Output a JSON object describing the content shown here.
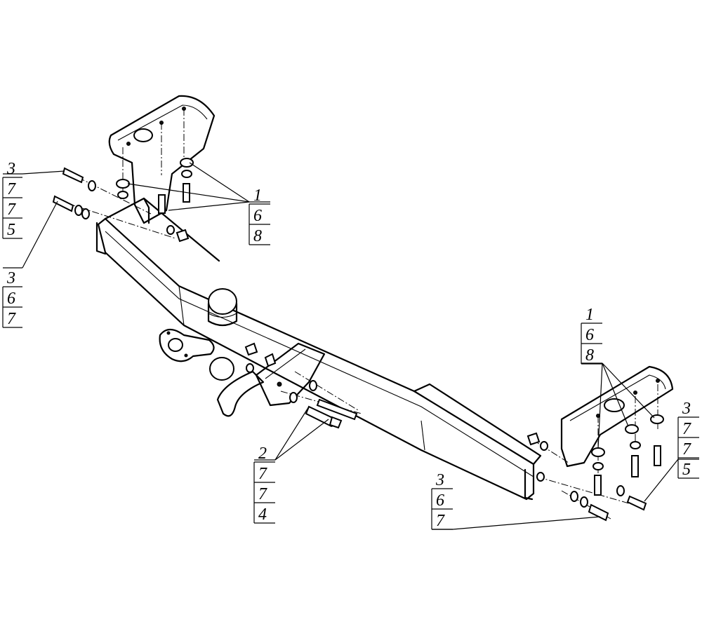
{
  "callouts": [
    {
      "id": "top-left-a",
      "numbers": [
        "3",
        "7",
        "7",
        "5"
      ]
    },
    {
      "id": "top-left-b",
      "numbers": [
        "3",
        "6",
        "7"
      ]
    },
    {
      "id": "top-center",
      "numbers": [
        "1",
        "6",
        "8"
      ]
    },
    {
      "id": "bottom-center",
      "numbers": [
        "2",
        "7",
        "7",
        "4"
      ]
    },
    {
      "id": "right-upper",
      "numbers": [
        "1",
        "6",
        "8"
      ]
    },
    {
      "id": "right-side",
      "numbers": [
        "3",
        "7",
        "7",
        "5"
      ]
    },
    {
      "id": "bottom-right",
      "numbers": [
        "3",
        "6",
        "7"
      ]
    }
  ]
}
